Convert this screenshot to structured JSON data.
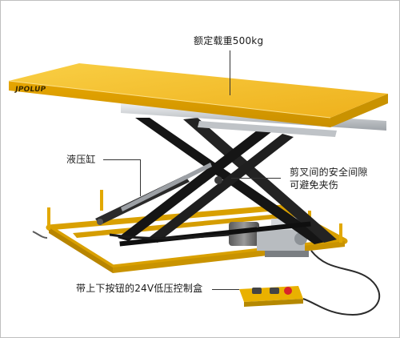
{
  "brand": {
    "logo_text": "JPOLUP"
  },
  "callouts": {
    "rated_load": "额定载重500kg",
    "hydraulic_cylinder": "液压缸",
    "scissor_gap_line1": "剪叉间的安全间隙",
    "scissor_gap_line2": "可避免夹伤",
    "control_box": "带上下按钮的24V低压控制盒"
  },
  "colors": {
    "table_yellow": "#f0b400",
    "table_top": "#f7c52c",
    "frame_black": "#141414",
    "silver": "#c9ccd0",
    "control_red": "#d8232a"
  }
}
